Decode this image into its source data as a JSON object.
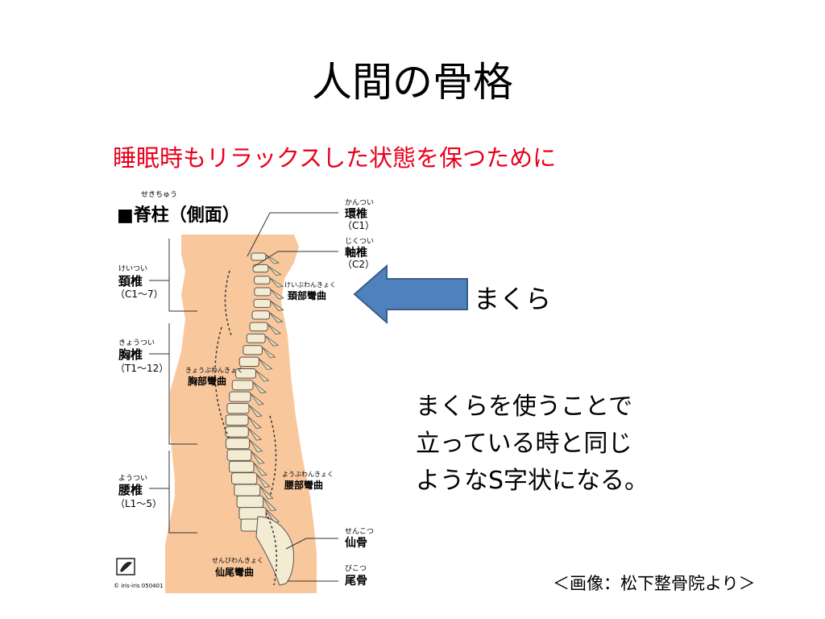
{
  "slide": {
    "title": "人間の骨格",
    "subtitle": "睡眠時もリラックスした状態を保つために",
    "pillow_label": "まくら",
    "explanation": [
      "まくらを使うことで",
      "立っている時と同じ",
      "ようなS字状になる。"
    ],
    "credit": "＜画像：松下整骨院より＞"
  },
  "figure": {
    "header_reading": "せきちゅう",
    "header": "■脊柱（側面）",
    "left_labels": [
      {
        "reading": "けいつい",
        "name": "頚椎",
        "range": "（C1〜7）"
      },
      {
        "reading": "きょうつい",
        "name": "胸椎",
        "range": "（T1〜12）"
      },
      {
        "reading": "ようつい",
        "name": "腰椎",
        "range": "（L1〜5）"
      }
    ],
    "right_labels": [
      {
        "reading": "かんつい",
        "name": "環椎",
        "range": "（C1）"
      },
      {
        "reading": "じくつい",
        "name": "軸椎",
        "range": "（C2）"
      },
      {
        "reading": "せんこつ",
        "name": "仙骨"
      },
      {
        "reading": "びこつ",
        "name": "尾骨"
      }
    ],
    "curves": [
      {
        "reading": "けいぶわんきょく",
        "name": "頚部彎曲"
      },
      {
        "reading": "きょうぶわんきょく",
        "name": "胸部彎曲"
      },
      {
        "reading": "ようぶわんきょく",
        "name": "腰部彎曲"
      },
      {
        "reading": "せんびわんきょく",
        "name": "仙尾彎曲"
      }
    ],
    "copyright": "© iris-iris  050401"
  },
  "colors": {
    "accent_red": "#e8001c",
    "arrow_fill": "#4f81bd",
    "arrow_stroke": "#385d8a",
    "body_skin": "#f9c79c",
    "bone": "#f4ecd2"
  }
}
